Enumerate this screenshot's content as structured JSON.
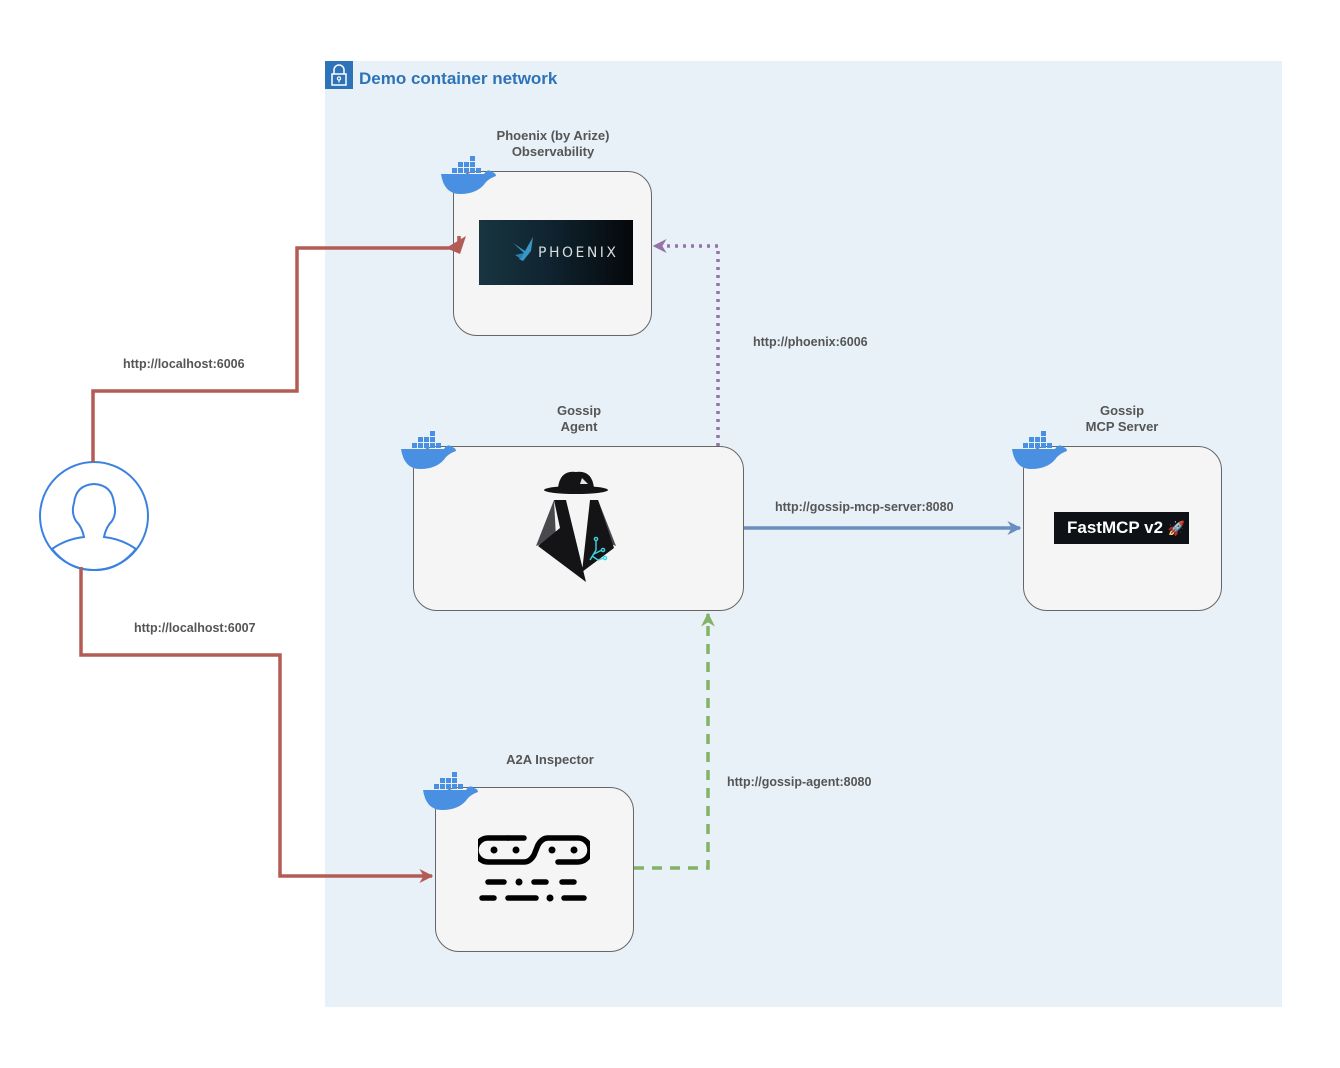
{
  "network": {
    "title": "Demo container network",
    "icon": "lock-icon",
    "background_color": "#e8f1f8",
    "title_color": "#2e73b8"
  },
  "nodes": {
    "phoenix": {
      "label": "Phoenix (by Arize)\nObservability",
      "logo_text": "PHOENIX",
      "icon": "docker-whale-icon"
    },
    "agent": {
      "label": "Gossip\nAgent",
      "logo": "spy-detective-icon",
      "icon": "docker-whale-icon"
    },
    "mcp": {
      "label": "Gossip\nMCP Server",
      "logo_text": "FastMCP v2",
      "logo_emoji": "🚀",
      "icon": "docker-whale-icon"
    },
    "inspector": {
      "label": "A2A Inspector",
      "logo": "a2a-inspector-icon",
      "icon": "docker-whale-icon"
    }
  },
  "user": {
    "icon": "user-icon",
    "color": "#3b82e0"
  },
  "edges": [
    {
      "id": "user-phoenix",
      "label": "http://localhost:6006",
      "style": "solid",
      "color": "#b35b55"
    },
    {
      "id": "user-inspector",
      "label": "http://localhost:6007",
      "style": "solid",
      "color": "#b35b55"
    },
    {
      "id": "agent-phoenix",
      "label": "http://phoenix:6006",
      "style": "dotted",
      "color": "#9673a6"
    },
    {
      "id": "agent-mcp",
      "label": "http://gossip-mcp-server:8080",
      "style": "solid",
      "color": "#6c8ebf"
    },
    {
      "id": "inspector-agent",
      "label": "http://gossip-agent:8080",
      "style": "dashed",
      "color": "#82b366"
    }
  ]
}
